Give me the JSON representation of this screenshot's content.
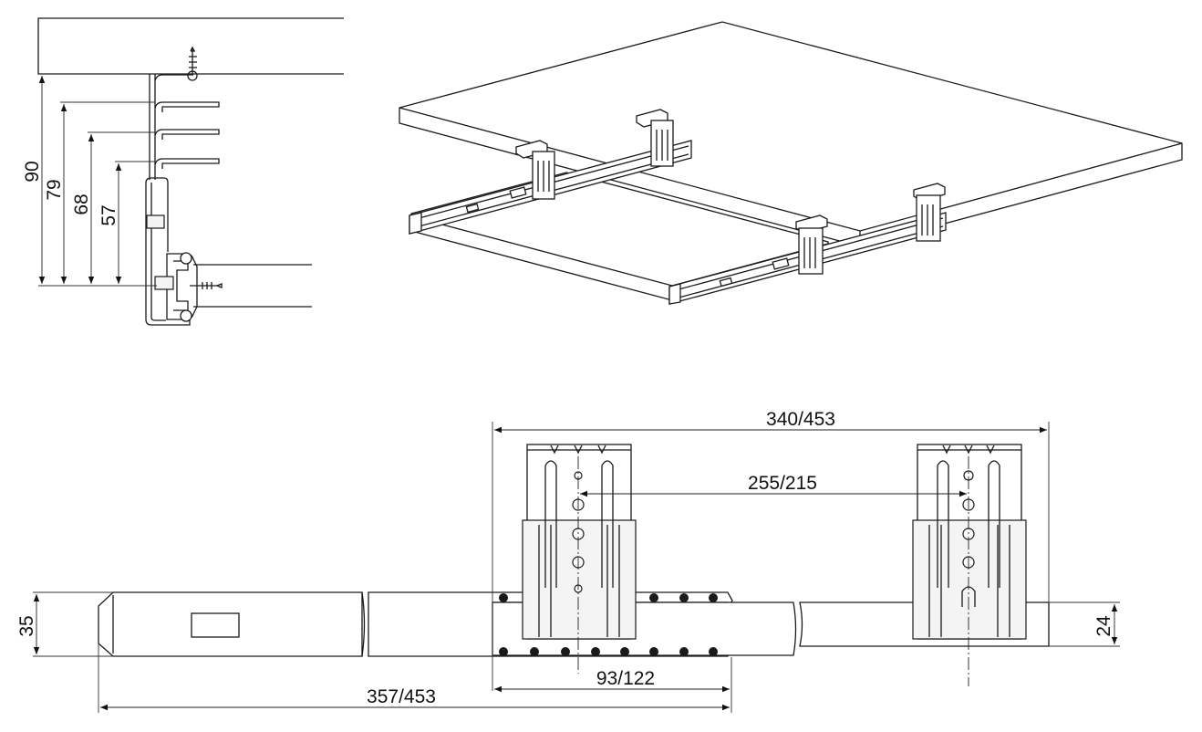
{
  "side_view": {
    "dimensions": [
      {
        "label": "90"
      },
      {
        "label": "79"
      },
      {
        "label": "68"
      },
      {
        "label": "57"
      }
    ]
  },
  "plan_view": {
    "dim_overall_bracket_span": "340/453",
    "dim_bracket_hole_span": "255/215",
    "dim_slide_length": "357/453",
    "dim_bracket_offset": "93/122",
    "dim_slide_height": "35",
    "dim_rail_height": "24"
  }
}
